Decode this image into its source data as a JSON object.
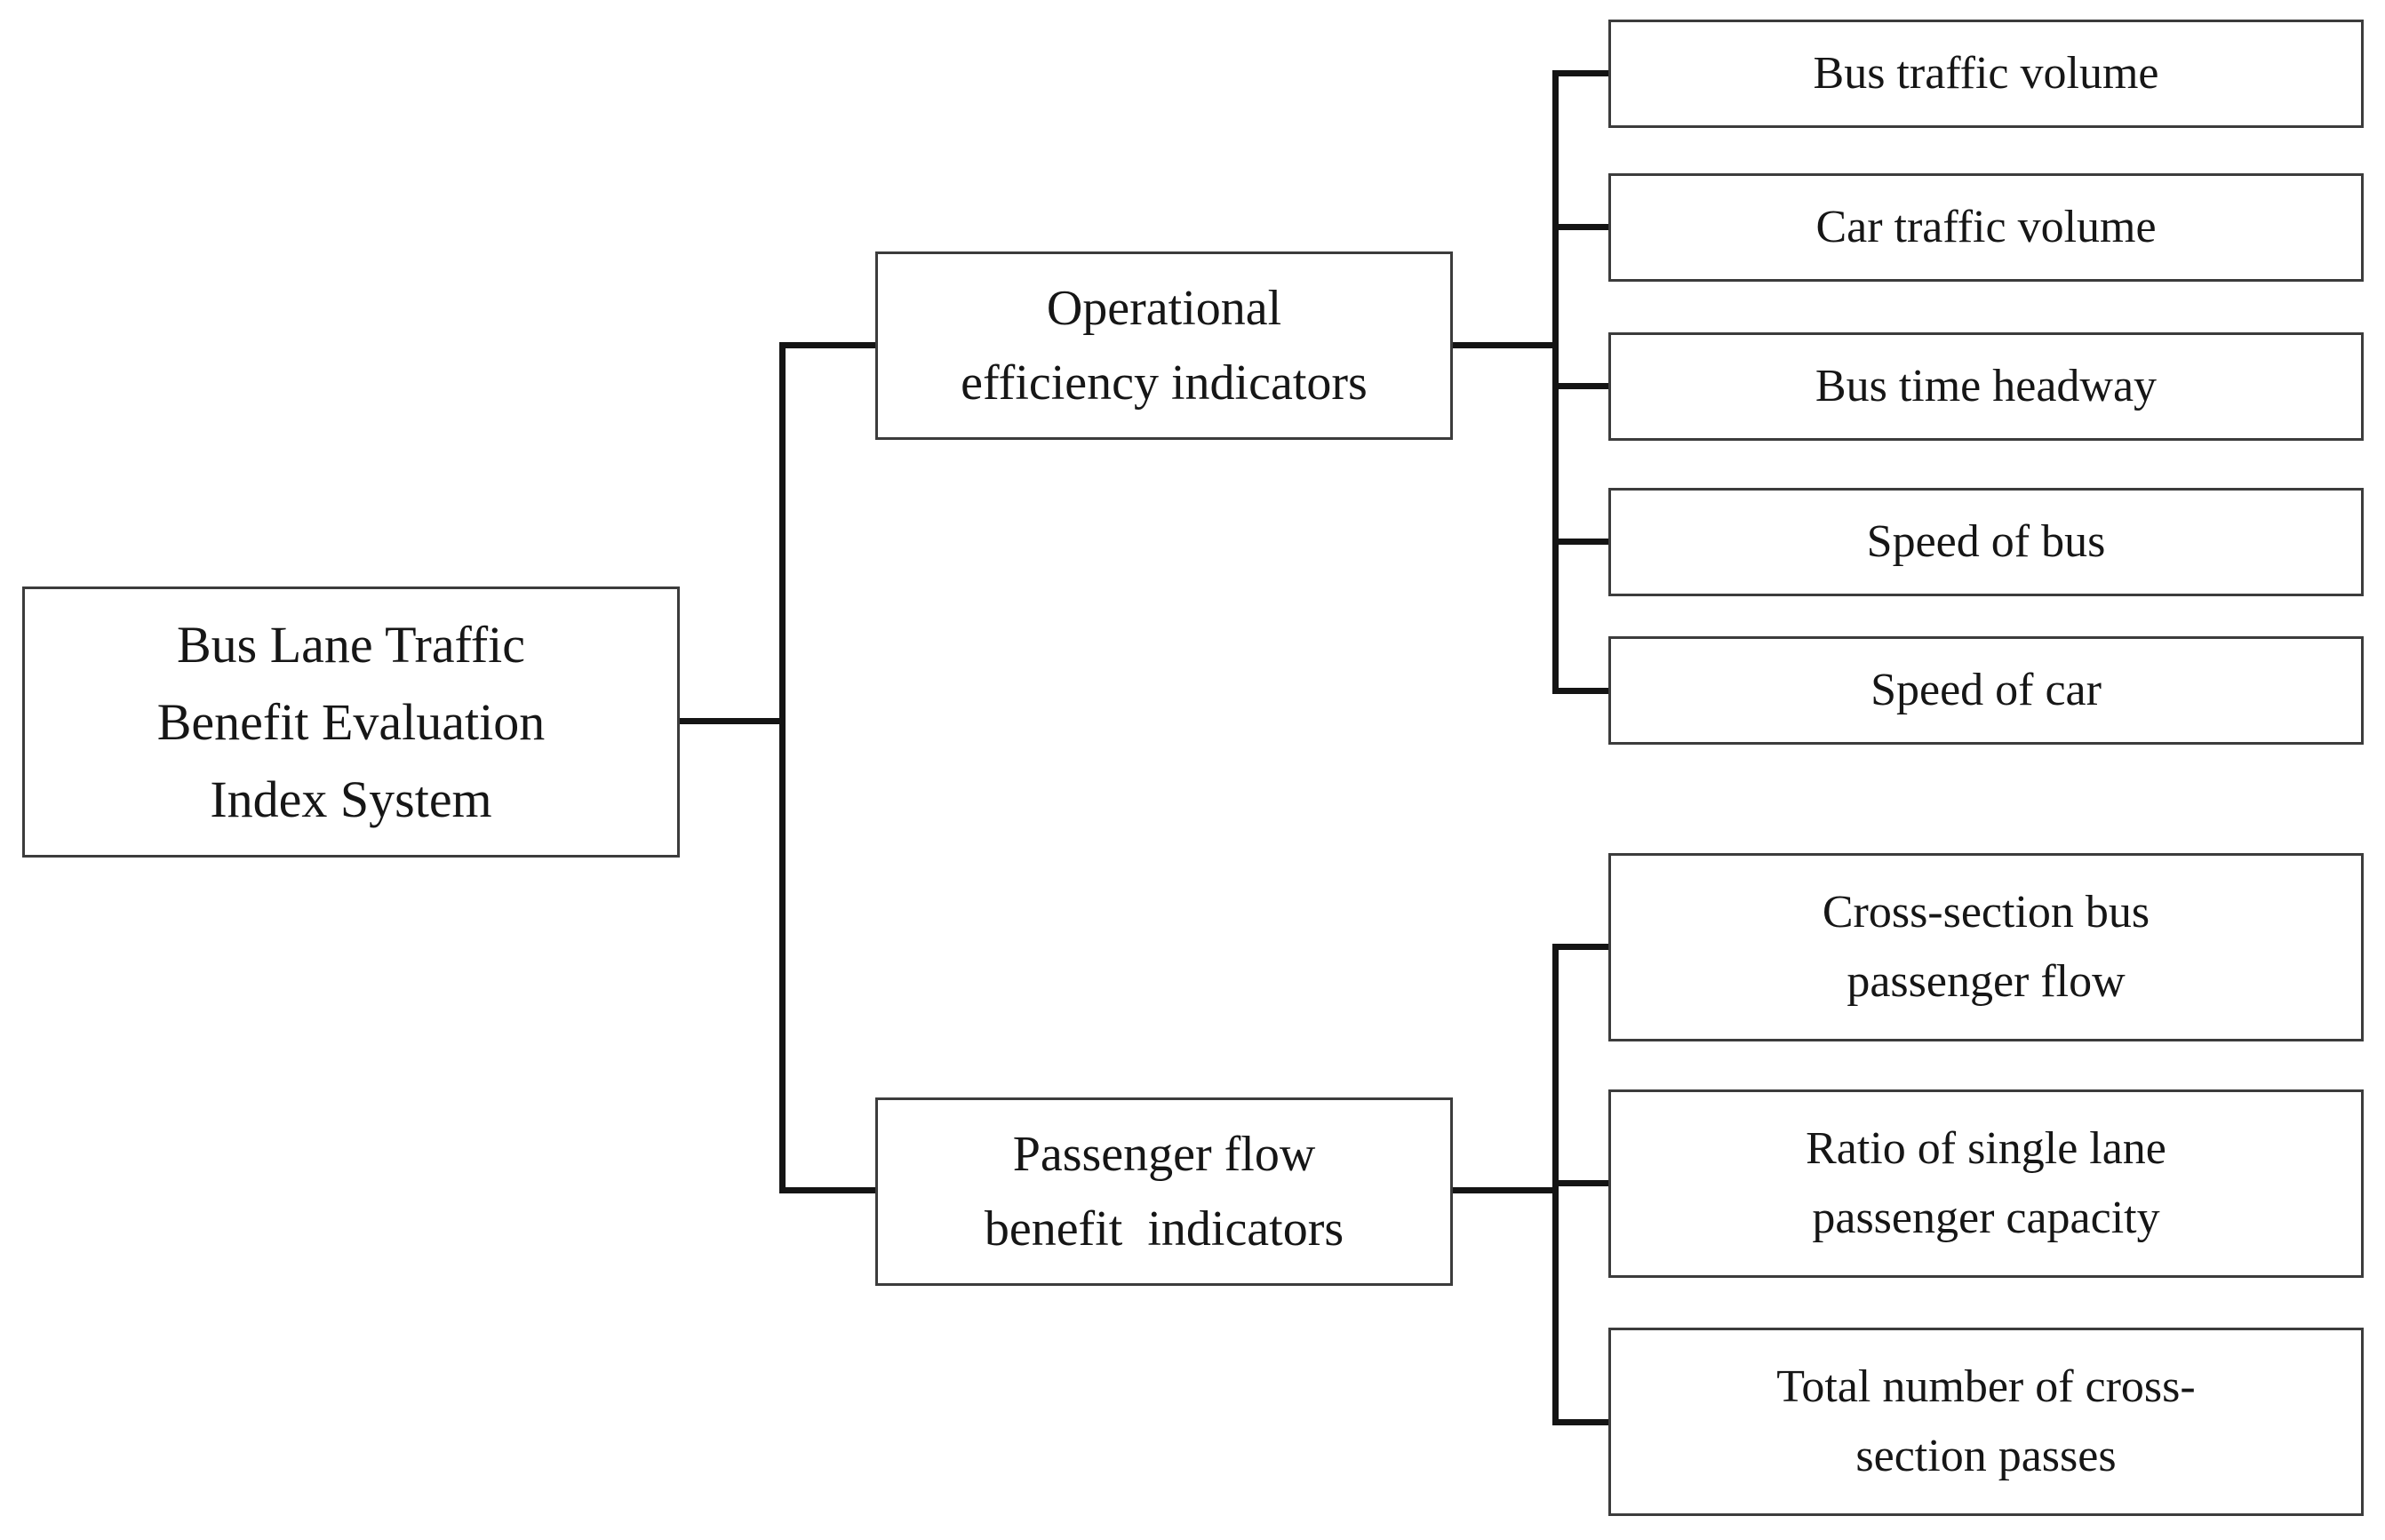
{
  "title": "Bus Lane Traffic Benefit Evaluation Index System diagram",
  "root": {
    "label": "Bus Lane Traffic\nBenefit Evaluation\nIndex System"
  },
  "branches": [
    {
      "label": "Operational\nefficiency indicators",
      "children": [
        {
          "label": "Bus traffic volume"
        },
        {
          "label": "Car traffic volume"
        },
        {
          "label": "Bus time headway"
        },
        {
          "label": "Speed of bus"
        },
        {
          "label": "Speed of car"
        }
      ]
    },
    {
      "label": "Passenger flow\nbenefit  indicators",
      "children": [
        {
          "label": "Cross-section bus\npassenger flow"
        },
        {
          "label": "Ratio of single lane\npassenger capacity"
        },
        {
          "label": "Total number of cross-\nsection passes"
        }
      ]
    }
  ],
  "colors": {
    "background": "#ffffff",
    "box_fill": "#ffffff",
    "box_border": "#3c3c3c",
    "connector": "#141414",
    "text": "#161616"
  }
}
